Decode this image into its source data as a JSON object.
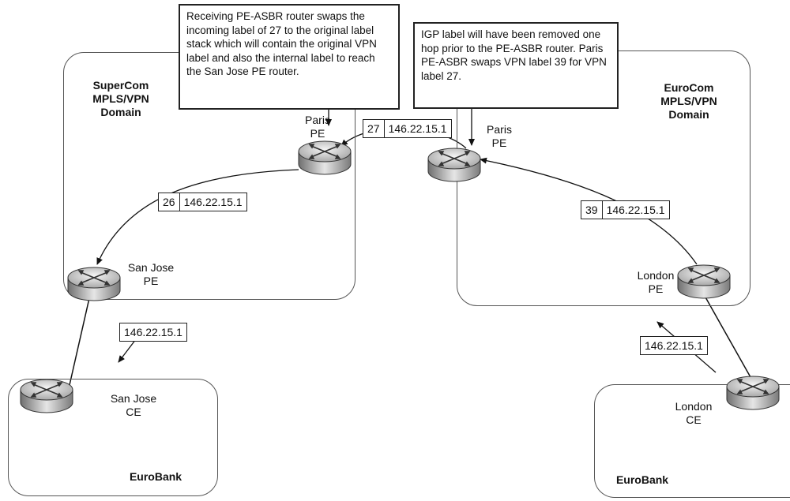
{
  "domains": {
    "supercom": {
      "title": "SuperCom\nMPLS/VPN\nDomain"
    },
    "eurocom": {
      "title": "EuroCom\nMPLS/VPN\nDomain"
    },
    "eurobank_left": {
      "title": "EuroBank"
    },
    "eurobank_right": {
      "title": "EuroBank"
    }
  },
  "routers": {
    "paris_pe_left": {
      "label": "Paris\nPE"
    },
    "paris_pe_right": {
      "label": "Paris\nPE"
    },
    "san_jose_pe": {
      "label": "San Jose\nPE"
    },
    "san_jose_ce": {
      "label": "San Jose\nCE"
    },
    "london_pe": {
      "label": "London\nPE"
    },
    "london_ce": {
      "label": "London\nCE"
    }
  },
  "callouts": {
    "left": "Receiving PE-ASBR router swaps the incoming label of 27 to the original label stack which will contain the original VPN label and also the internal label to reach the San Jose PE router.",
    "right": "IGP label will have been removed one hop prior to the PE-ASBR router. Paris PE-ASBR swaps VPN label 39 for VPN label 27."
  },
  "packets": {
    "inter_as": {
      "label": "27",
      "addr": "146.22.15.1"
    },
    "supercom": {
      "label": "26",
      "addr": "146.22.15.1"
    },
    "eurocom": {
      "label": "39",
      "addr": "146.22.15.1"
    },
    "to_san_jose_ce": {
      "addr": "146.22.15.1"
    },
    "from_london_ce": {
      "addr": "146.22.15.1"
    }
  }
}
